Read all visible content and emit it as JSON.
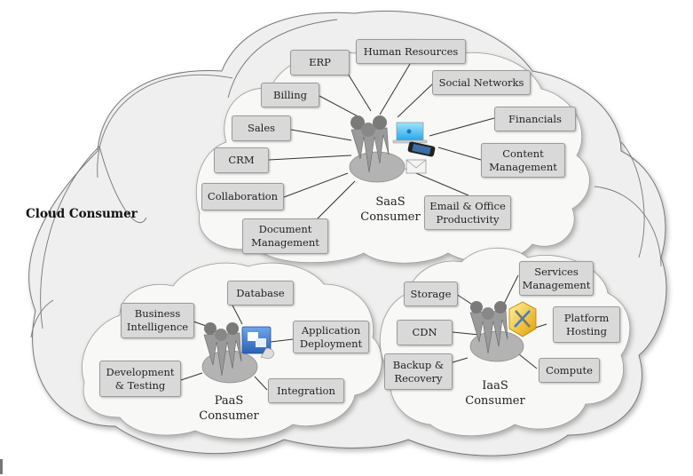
{
  "diagram": {
    "outer_label": "Cloud Consumer",
    "saas": {
      "caption": "SaaS\nConsumer",
      "services": [
        "ERP",
        "Human Resources",
        "Billing",
        "Social Networks",
        "Sales",
        "Financials",
        "CRM",
        "Content\nManagement",
        "Collaboration",
        "Email & Office\nProductivity",
        "Document\nManagement"
      ]
    },
    "paas": {
      "caption": "PaaS\nConsumer",
      "services": [
        "Database",
        "Business\nIntelligence",
        "Application\nDeployment",
        "Development\n& Testing",
        "Integration"
      ]
    },
    "iaas": {
      "caption": "IaaS\nConsumer",
      "services": [
        "Storage",
        "Services\nManagement",
        "CDN",
        "Platform\nHosting",
        "Backup &\nRecovery",
        "Compute"
      ]
    },
    "icons": {
      "saas": [
        "users-group-icon",
        "laptop-icon",
        "smartphone-icon",
        "envelope-icon"
      ],
      "paas": [
        "users-group-icon",
        "application-window-icon"
      ],
      "iaas": [
        "users-group-icon",
        "tools-cube-icon"
      ]
    },
    "colors": {
      "outer_cloud": "#efefef",
      "inner_cloud": "#f9f9f7",
      "box_fill": "#d9d9d9",
      "cloud_stroke": "#777777"
    }
  }
}
